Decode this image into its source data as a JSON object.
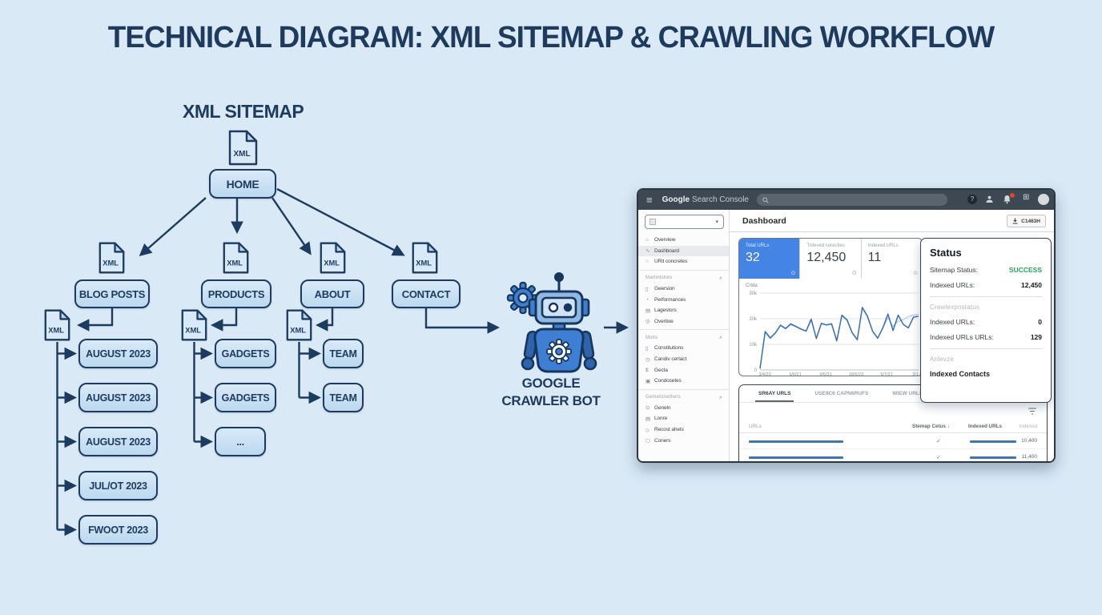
{
  "page": {
    "title": "TECHNICAL DIAGRAM: XML SITEMAP & CRAWLING WORKFLOW"
  },
  "icons": {
    "hamburger": "≡",
    "caret_down": "▾",
    "chevron_up": "∧",
    "target": "⊙",
    "home": "⌂",
    "wave": "∿",
    "circle": "○",
    "doc": "▯",
    "gauge": "◔",
    "rows": "▤",
    "disc": "◎",
    "clock": "◷",
    "dollar": "$",
    "grid_sq": "▣",
    "person": "⊙",
    "diamond": "◇",
    "square": "▢",
    "grid": "⊞",
    "search_hint": ""
  },
  "sitemap": {
    "heading": "XML SITEMAP",
    "xml_badge": "XML",
    "root_label": "HOME",
    "branches": [
      {
        "label": "BLOG POSTS",
        "children": [
          "AUGUST 2023",
          "AUGUST 2023",
          "AUGUST 2023",
          "JUL/OT 2023",
          "FWOOT 2023"
        ]
      },
      {
        "label": "PRODUCTS",
        "children": [
          "GADGETS",
          "GADGETS",
          "..."
        ]
      },
      {
        "label": "ABOUT",
        "children": [
          "TEAM",
          "TEAM"
        ]
      },
      {
        "label": "CONTACT",
        "children": []
      }
    ],
    "crawler_line1": "GOOGLE",
    "crawler_line2": "CRAWLER BOT"
  },
  "console": {
    "header": {
      "logo_bold": "Google",
      "logo_light": "Search Console"
    },
    "toolbar": {
      "title": "Dashboard",
      "export_label": "C1463H"
    },
    "sidebar": {
      "top_items": [
        {
          "label": "Overview"
        },
        {
          "label": "Dashboard"
        },
        {
          "label": "URit concretes"
        }
      ],
      "sections": [
        {
          "header": "Martintshes",
          "items": [
            "Geersion",
            "Performances",
            "Lagestors",
            "Overtioe"
          ]
        },
        {
          "header": "Mints",
          "items": [
            "Constitutions",
            "Candiv certact",
            "Gecta",
            "Condosetes"
          ]
        },
        {
          "header": "Gemetonethers",
          "items": [
            "Geneln",
            "Lonre",
            "Recost ahets",
            "Coners"
          ]
        }
      ]
    },
    "cards": [
      {
        "label": "Total URLs",
        "value": "32"
      },
      {
        "label": "Trdeved sorecties",
        "value": "12,450"
      },
      {
        "label": "Indexed URLs",
        "value": "11"
      }
    ],
    "chart": {
      "label": "Crtda",
      "y_ticks": [
        "30k",
        "20k",
        "10k",
        "0"
      ],
      "x_ticks": [
        "3/4/20",
        "5/0/21",
        "9/6/31",
        "18/6/23",
        "5/7/31",
        "3/1"
      ],
      "ylim": [
        0,
        32
      ],
      "type": "line",
      "series": [
        {
          "name": "primary",
          "values": [
            0.5,
            15,
            12.5,
            14.5,
            17.5,
            16.2,
            18,
            17,
            16,
            15.2,
            19.8,
            12.3,
            18.2,
            17.6,
            18,
            11.4,
            21.4,
            19.6,
            14.6,
            11.8,
            24.4,
            21,
            15.2,
            12.4,
            16.4,
            21.8,
            15.4,
            21.4,
            17.8,
            16.4,
            20.6,
            21
          ]
        },
        {
          "name": "secondary",
          "values": [
            0.5,
            14.6,
            12.2,
            14.2,
            17.2,
            16,
            17.6,
            16.8,
            15.8,
            15,
            19.4,
            12,
            18,
            17.4,
            17.8,
            11.2,
            21,
            19.2,
            14.4,
            11.6,
            24,
            20.6,
            15,
            12.2,
            16.2,
            20.4,
            17,
            19,
            19.6,
            20.8,
            21.4,
            21.8
          ]
        }
      ]
    },
    "status": {
      "title": "Status",
      "rows1": [
        {
          "label": "Sitemap Status:",
          "value": "SUCCESS"
        },
        {
          "label": "Indexed URLs:",
          "value": "12,450"
        }
      ],
      "section2_header": "Crawlexpnstatus",
      "rows2": [
        {
          "label": "Indexed URLs:",
          "value": "0"
        },
        {
          "label": "Indexed URLs URLs:",
          "value": "129"
        }
      ],
      "section3_header": "Anlevze",
      "footer": "Indexed Contacts"
    },
    "table": {
      "tabs": [
        "SR6AY URLS",
        "USE9C6 CAPN6RUFS",
        "WIEW URLS"
      ],
      "columns": [
        "URLs",
        "Stemap Cetus",
        "Indexed URLs",
        "Indexed"
      ],
      "sort_arrow": "↓",
      "rows": [
        {
          "status": "✓",
          "indexed": "10,400"
        },
        {
          "status": "✓",
          "indexed": "11,400"
        }
      ]
    }
  },
  "colors": {
    "background": "#d9e9f6",
    "navy": "#1d3b5e",
    "header_bar": "#3d4852",
    "card_blue": "#4484e4",
    "success_green": "#27a35c",
    "chart_blue": "#3a6fb8"
  }
}
